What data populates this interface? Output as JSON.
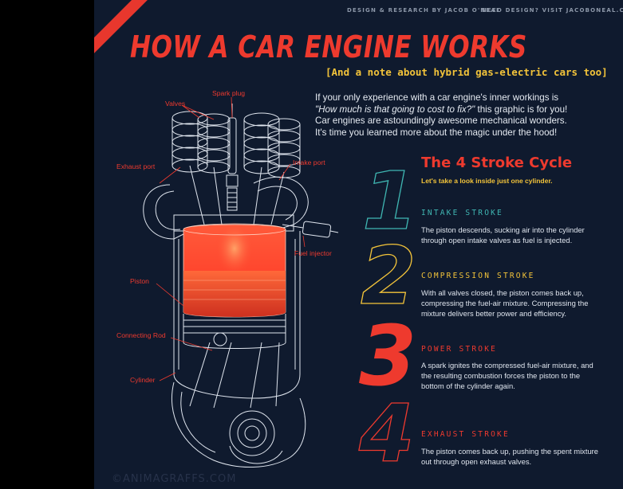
{
  "header": {
    "credit_left": "DESIGN & RESEARCH BY JACOB O'NEAL",
    "credit_right": "NEED DESIGN? VISIT JACOBONEAL.COM"
  },
  "title": "HOW A CAR ENGINE WORKS",
  "subtitle": "[And a note about hybrid gas-electric cars too]",
  "intro": {
    "line1": "If your only experience with a car engine's inner workings is",
    "line2_quote": "\"How much is that going to cost to fix?\"",
    "line2_rest": " this graphic is for you!",
    "line3": "Car engines are astoundingly awesome mechanical wonders.",
    "line4": "It's time you learned more about the magic under the hood!"
  },
  "cycle": {
    "heading": "The 4 Stroke Cycle",
    "subheading": "Let's take a look inside just one cylinder.",
    "steps": [
      {
        "number": "1",
        "title": "INTAKE STROKE",
        "color": "#3fb6b2",
        "line1": "The piston descends, sucking air into the cylinder",
        "line2": "through open intake valves as fuel is injected."
      },
      {
        "number": "2",
        "title": "COMPRESSION STROKE",
        "color": "#f2c33a",
        "line1": "With all valves closed, the piston comes back up,",
        "line2": "compressing the fuel-air mixture. Compressing the",
        "line3": "mixture delivers better power and efficiency."
      },
      {
        "number": "3",
        "title": "POWER STROKE",
        "color": "#ee3a2e",
        "line1": "A spark ignites the compressed fuel-air mixture, and",
        "line2": "the resulting combustion forces the piston to the",
        "line3": "bottom of the cylinder again."
      },
      {
        "number": "4",
        "title": "EXHAUST STROKE",
        "color": "#ee3a2e",
        "line1": "The piston comes back up, pushing the spent mixture",
        "line2": "out through open exhaust valves."
      }
    ]
  },
  "labels": {
    "spark_plug": "Spark plug",
    "valves": "Valves",
    "exhaust_port": "Exhaust port",
    "intake_port": "Intake port",
    "fuel_injector": "Fuel injector",
    "piston": "Piston",
    "connecting_rod": "Connecting Rod",
    "cylinder": "Cylinder"
  },
  "watermark": "©ANIMAGRAFFS.COM",
  "colors": {
    "background": "#0f1a2e",
    "accent_red": "#ee3a2e",
    "accent_yellow": "#f2c33a",
    "accent_teal": "#3fb6b2",
    "line_white": "#dfe5ee"
  }
}
